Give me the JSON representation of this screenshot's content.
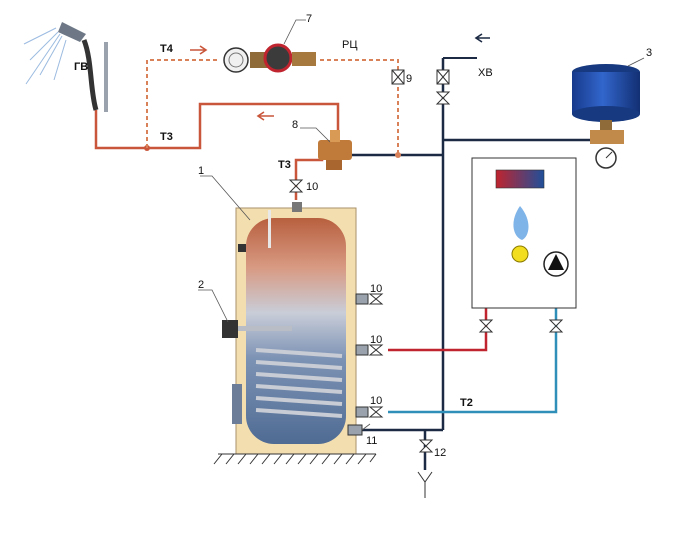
{
  "labels": {
    "hot_water": "ГВ",
    "t4": "Т4",
    "t3_top": "Т3",
    "t3_mixer": "Т3",
    "t2": "Т2",
    "recirc_pump": "РЦ",
    "cold_water": "ХВ",
    "n1": "1",
    "n2": "2",
    "n3": "3",
    "n7": "7",
    "n8": "8",
    "n9": "9",
    "n10_top": "10",
    "n10_a": "10",
    "n10_b": "10",
    "n10_c": "10",
    "n11": "11",
    "n12": "12"
  },
  "colors": {
    "hot": "#c9563a",
    "recirc": "#d9825a",
    "cold": "#1c2a44",
    "supply": "#c0242e",
    "return": "#2f8fb8",
    "tank_jacket": "#f3deb0",
    "expansion_tank": "#1f47a6"
  }
}
